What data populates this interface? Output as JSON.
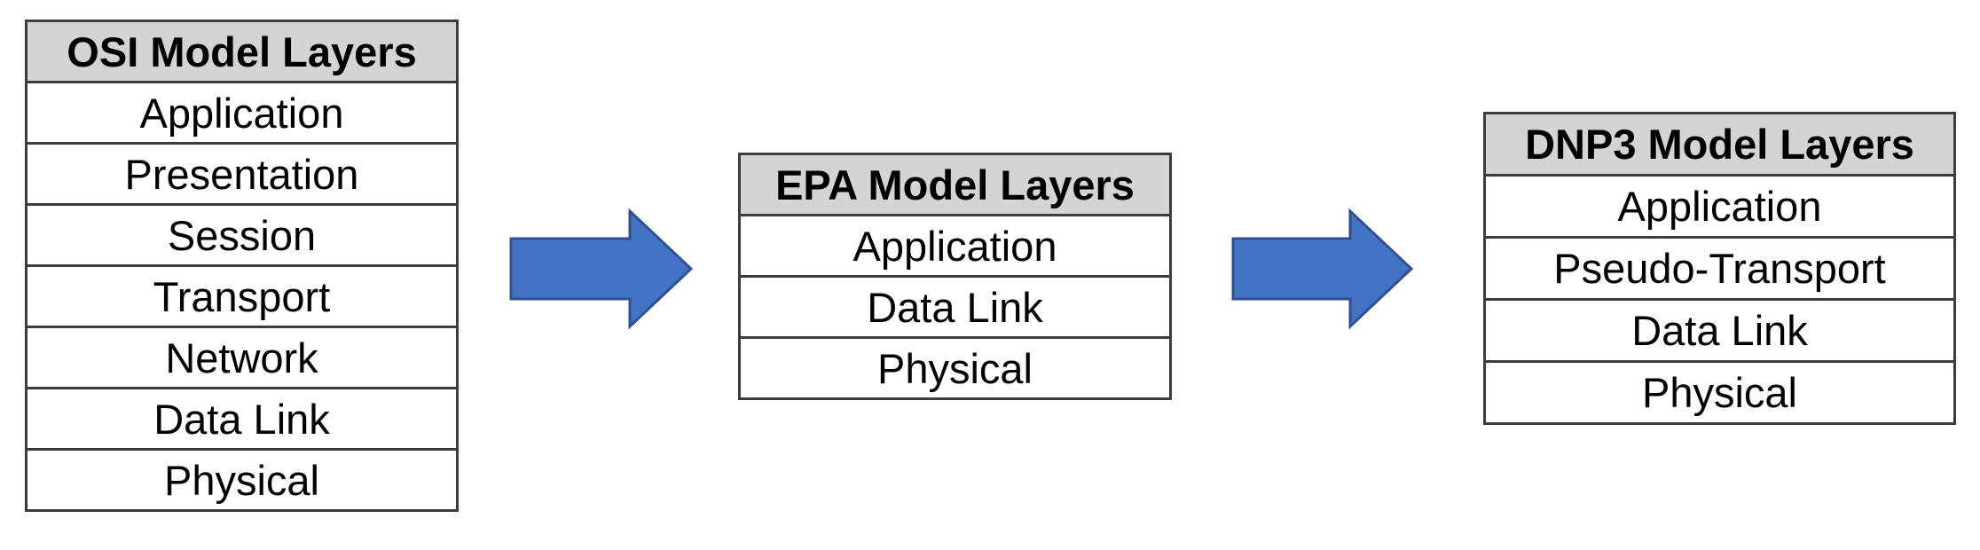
{
  "tables": {
    "osi": {
      "title": "OSI Model Layers",
      "layers": [
        "Application",
        "Presentation",
        "Session",
        "Transport",
        "Network",
        "Data Link",
        "Physical"
      ]
    },
    "epa": {
      "title": "EPA Model Layers",
      "layers": [
        "Application",
        "Data Link",
        "Physical"
      ]
    },
    "dnp3": {
      "title": "DNP3 Model Layers",
      "layers": [
        "Application",
        "Pseudo-Transport",
        "Data Link",
        "Physical"
      ]
    }
  },
  "colors": {
    "header_fill": "#d4d4d4",
    "cell_fill": "#ffffff",
    "border": "#3c3c3c",
    "arrow_fill": "#4472c4",
    "arrow_stroke": "#2f528f"
  },
  "icons": {
    "arrows": [
      "arrow-right-icon",
      "arrow-right-icon"
    ]
  }
}
